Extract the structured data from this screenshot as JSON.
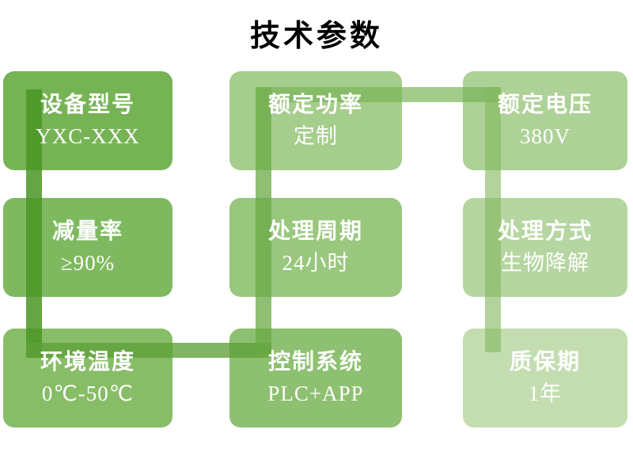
{
  "title": "技术参数",
  "diagram": {
    "boxes": [
      {
        "name": "device-model",
        "label": "设备型号",
        "value": "YXC-XXX",
        "color": "#76b355"
      },
      {
        "name": "reduction-rate",
        "label": "减量率",
        "value": "≥90%",
        "color": "#7fb95f"
      },
      {
        "name": "ambient-temperature",
        "label": "环境温度",
        "value": "0℃-50℃",
        "color": "#88bd68"
      },
      {
        "name": "rated-power",
        "label": "额定功率",
        "value": "定制",
        "color": "#a5cd8b"
      },
      {
        "name": "processing-cycle",
        "label": "处理周期",
        "value": "24小时",
        "color": "#99c77e"
      },
      {
        "name": "control-system",
        "label": "控制系统",
        "value": "PLC+APP",
        "color": "#8dc071"
      },
      {
        "name": "rated-voltage",
        "label": "额定电压",
        "value": "380V",
        "color": "#aed197"
      },
      {
        "name": "processing-method",
        "label": "处理方式",
        "value": "生物降解",
        "color": "#b6d6a1"
      },
      {
        "name": "warranty-period",
        "label": "质保期",
        "value": "1年",
        "color": "#c3ddb1"
      }
    ],
    "connector": {
      "segments": [
        {
          "name": "col1-vertical",
          "color": "rgba(74,149,37,0.85)"
        },
        {
          "name": "row3-horizontal",
          "color": "rgba(94,160,56,0.78)"
        },
        {
          "name": "col2-vertical",
          "color": "rgba(105,169,68,0.75)"
        },
        {
          "name": "row1-horizontal",
          "color": "rgba(120,178,85,0.68)"
        },
        {
          "name": "col3-vertical",
          "color": "rgba(130,184,95,0.62)"
        }
      ]
    }
  }
}
